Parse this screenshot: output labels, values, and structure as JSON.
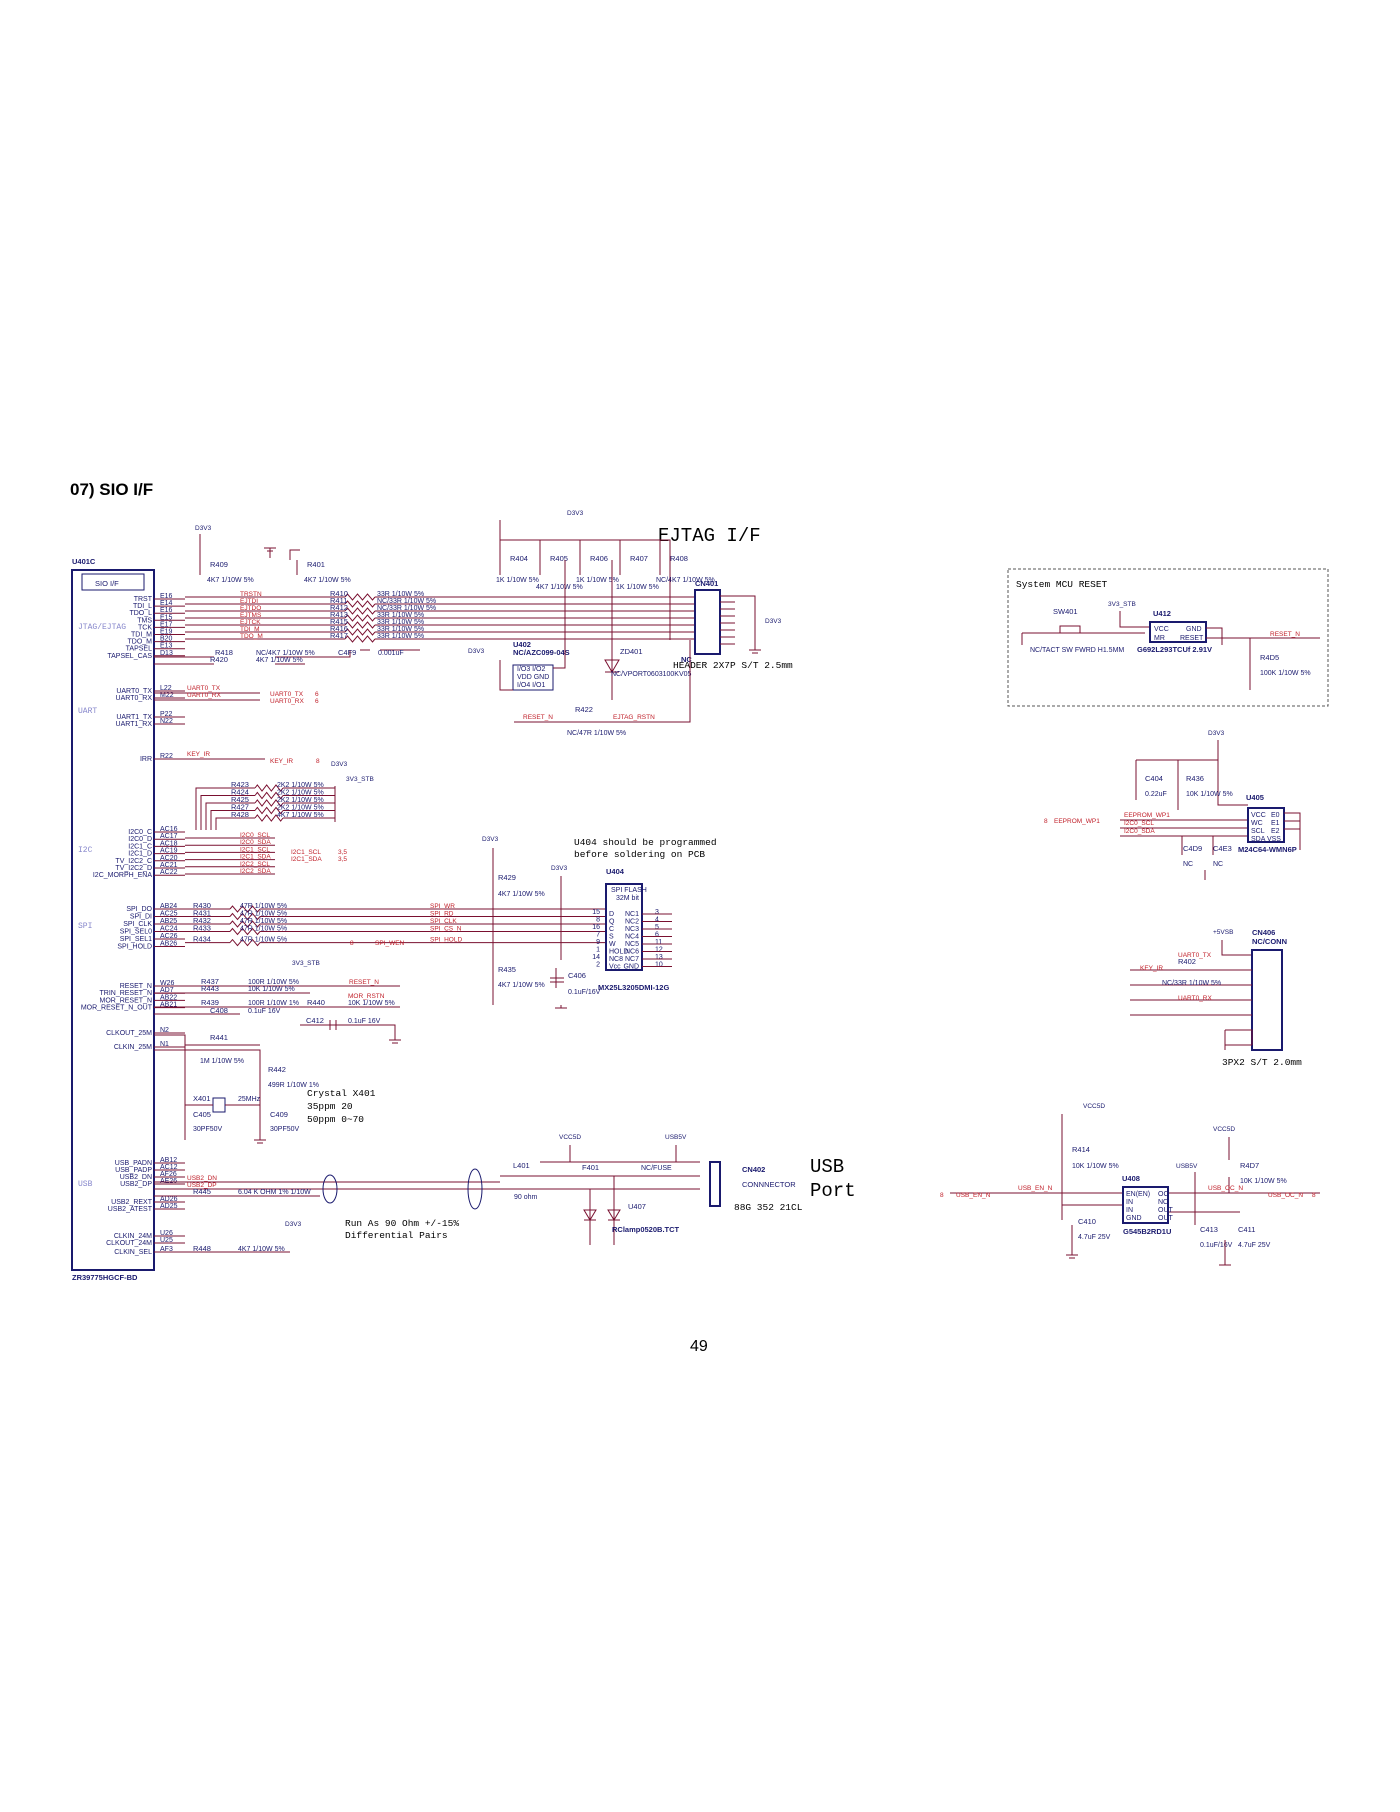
{
  "section_title": "07) SIO I/F",
  "page_number": "49",
  "headings": {
    "ejtag": "EJTAG I/F",
    "mcu_reset": "System MCU RESET",
    "usb_port_1": "USB",
    "usb_port_2": "Port",
    "u404_note_1": "U404 should be programmed",
    "u404_note_2": "before soldering on PCB",
    "crystal_1": "Crystal  X401",
    "crystal_2": "35ppm 20",
    "crystal_3": "50ppm 0~70",
    "diff_1": "Run As 90 Ohm +/-15%",
    "diff_2": "Differential Pairs",
    "cn401_desc": "HEADER 2X7P S/T 2.5mm",
    "cn406_desc": "3PX2 S/T 2.0mm",
    "cn402_desc": "88G 352  21CL"
  },
  "main_ic": {
    "ref": "U401C",
    "block": "SIO I/F",
    "part": "ZR39775HGCF-BD",
    "groups": [
      "JTAG/EJTAG",
      "UART",
      "I2C",
      "SPI",
      "USB"
    ],
    "pins": [
      {
        "name": "TRST",
        "num": "E16"
      },
      {
        "name": "TDI_L",
        "num": "E14"
      },
      {
        "name": "TDO_L",
        "num": "E16"
      },
      {
        "name": "TMS",
        "num": "E15"
      },
      {
        "name": "TCK",
        "num": "E17"
      },
      {
        "name": "TDI_M",
        "num": "E19"
      },
      {
        "name": "TDO_M",
        "num": "B20"
      },
      {
        "name": "TAPSEL",
        "num": "E13"
      },
      {
        "name": "TAPSEL_CAS",
        "num": "D13"
      },
      {
        "name": "UART0_TX",
        "num": "L22"
      },
      {
        "name": "UART0_RX",
        "num": "M22"
      },
      {
        "name": "UART1_TX",
        "num": "P22"
      },
      {
        "name": "UART1_RX",
        "num": "N22"
      },
      {
        "name": "IRR",
        "num": "R22"
      },
      {
        "name": "I2C0_C",
        "num": "AC16"
      },
      {
        "name": "I2C0_D",
        "num": "AC17"
      },
      {
        "name": "I2C1_C",
        "num": "AC18"
      },
      {
        "name": "I2C1_D",
        "num": "AC19"
      },
      {
        "name": "TV_I2C2_C",
        "num": "AC20"
      },
      {
        "name": "TV_I2C2_D",
        "num": "AC21"
      },
      {
        "name": "I2C_MORPH_ENA",
        "num": "AC22"
      },
      {
        "name": "SPI_DO",
        "num": "AB24"
      },
      {
        "name": "SPI_DI",
        "num": "AC25"
      },
      {
        "name": "SPI_CLK",
        "num": "AB25"
      },
      {
        "name": "SPI_SEL0",
        "num": "AC24"
      },
      {
        "name": "SPI_SEL1",
        "num": "AC26"
      },
      {
        "name": "SPI_HOLD",
        "num": "AB26"
      },
      {
        "name": "RESET_N",
        "num": "W26"
      },
      {
        "name": "TRIN_RESET_N",
        "num": "AD7"
      },
      {
        "name": "MOR_RESET_N",
        "num": "AB22"
      },
      {
        "name": "MOR_RESET_N_OUT",
        "num": "AB21"
      },
      {
        "name": "CLKOUT_25M",
        "num": "N2"
      },
      {
        "name": "CLKIN_25M",
        "num": "N1"
      },
      {
        "name": "USB_PADN",
        "num": "AB12"
      },
      {
        "name": "USB_PADP",
        "num": "AC12"
      },
      {
        "name": "USB2_DN",
        "num": "AF26"
      },
      {
        "name": "USB2_DP",
        "num": "AE26"
      },
      {
        "name": "USB2_REXT",
        "num": "AD26"
      },
      {
        "name": "USB2_ATEST",
        "num": "AD25"
      },
      {
        "name": "CLKIN_24M",
        "num": "U26"
      },
      {
        "name": "CLKOUT_24M",
        "num": "U25"
      },
      {
        "name": "CLKIN_SEL",
        "num": "AF3"
      }
    ]
  },
  "power": {
    "d3v3": "D3V3",
    "v3stb": "3V3_STB",
    "vcc5d": "VCC5D",
    "usb5v": "USB5V",
    "p5vsb": "+5VSB"
  },
  "ejtag": {
    "pullups": [
      {
        "ref": "R409",
        "val": "4K7 1/10W 5%"
      },
      {
        "ref": "R401",
        "val": "4K7 1/10W 5%"
      },
      {
        "ref": "R404",
        "val": "1K 1/10W 5%"
      },
      {
        "ref": "R405",
        "val": "4K7 1/10W 5%"
      },
      {
        "ref": "R406",
        "val": "1K 1/10W 5%"
      },
      {
        "ref": "R407",
        "val": "1K 1/10W 5%"
      },
      {
        "ref": "R408",
        "val": "NC/4K7 1/10W 5%"
      }
    ],
    "series": [
      {
        "ref": "R410",
        "val": "33R 1/10W 5%",
        "net": "TRSTN"
      },
      {
        "ref": "R411",
        "val": "NC/33R 1/10W 5%",
        "net": "EJTDI"
      },
      {
        "ref": "R412",
        "val": "NC/33R 1/10W 5%",
        "net": "EJTDO"
      },
      {
        "ref": "R413",
        "val": "33R 1/10W 5%",
        "net": "EJTMS"
      },
      {
        "ref": "R415",
        "val": "33R 1/10W 5%",
        "net": "EJTCK"
      },
      {
        "ref": "R416",
        "val": "33R 1/10W 5%",
        "net": "TDI_M"
      },
      {
        "ref": "R417",
        "val": "33R 1/10W 5%",
        "net": "TDO_M"
      }
    ],
    "r418": {
      "ref": "R418",
      "val": "NC/4K7 1/10W 5%"
    },
    "r420": {
      "ref": "R420",
      "val": "4K7 1/10W 5%"
    },
    "c4f9": {
      "ref": "C4F9",
      "val": "0.001uF"
    },
    "u402": {
      "ref": "U402",
      "part": "NC/AZC099-04S",
      "pins": [
        "I/O3 I/O2",
        "VDD GND",
        "I/O4 I/O1"
      ]
    },
    "zd401": {
      "ref": "ZD401",
      "part": "NC/VPORT0603100KV05"
    },
    "cn401": {
      "ref": "CN401",
      "nc": "NC"
    },
    "r422": {
      "ref": "R422",
      "val": "NC/47R 1/10W 5%",
      "net_in": "RESET_N",
      "net_out": "EJTAG_RSTN"
    }
  },
  "uart": {
    "nets": [
      "UART0_TX",
      "UART0_RX"
    ],
    "page_ref": "6"
  },
  "ir": {
    "net": "KEY_IR",
    "page_ref": "8"
  },
  "i2c": {
    "pullups": [
      {
        "ref": "R423",
        "val": "2K2 1/10W 5%"
      },
      {
        "ref": "R424",
        "val": "2K2 1/10W 5%"
      },
      {
        "ref": "R425",
        "val": "2K2 1/10W 5%"
      },
      {
        "ref": "R427",
        "val": "2K2 1/10W 5%"
      },
      {
        "ref": "R428",
        "val": "4K7 1/10W 5%"
      }
    ],
    "nets": [
      "I2C0_SCL",
      "I2C0_SDA",
      "I2C1_SCL",
      "I2C1_SDA",
      "I2C2_SCL",
      "I2C2_SDA"
    ],
    "out_nets": [
      "I2C1_SCL",
      "I2C1_SDA"
    ],
    "page_ref": "3,5"
  },
  "spi": {
    "series": [
      {
        "ref": "R430",
        "val": "47R 1/10W 5%",
        "net": "SPI_WR"
      },
      {
        "ref": "R431",
        "val": "47R 1/10W 5%",
        "net": "SPI_RD"
      },
      {
        "ref": "R432",
        "val": "47R 1/10W 5%",
        "net": "SPI_CLK"
      },
      {
        "ref": "R433",
        "val": "47R 1/10W 5%",
        "net": "SPI_CS_N"
      },
      {
        "ref": "R434",
        "val": "47R 1/10W 5%",
        "net": "SPI_HOLD"
      }
    ],
    "wen": {
      "net": "SPI_WEN",
      "page_ref": "8"
    },
    "r429": {
      "ref": "R429",
      "val": "4K7 1/10W 5%"
    },
    "r435": {
      "ref": "R435",
      "val": "4K7 1/10W 5%"
    },
    "c406": {
      "ref": "C406",
      "val": "0.1uF/16V"
    },
    "u404": {
      "ref": "U404",
      "part": "MX25L3205DMI-12G",
      "label_1": "SPI FLASH",
      "label_2": "32M bit",
      "left_pins": [
        "D",
        "Q",
        "C",
        "S",
        "W",
        "HOLD",
        "NC8",
        "Vcc"
      ],
      "left_nums": [
        "15",
        "8",
        "16",
        "7",
        "9",
        "1",
        "14",
        "2"
      ],
      "right_pins": [
        "NC1",
        "NC2",
        "NC3",
        "NC4",
        "NC5",
        "NC6",
        "NC7",
        "GND"
      ],
      "right_nums": [
        "3",
        "4",
        "5",
        "6",
        "11",
        "12",
        "13",
        "10"
      ]
    }
  },
  "reset": {
    "r437": {
      "ref": "R437",
      "val": "100R 1/10W 5%",
      "net": "RESET_N"
    },
    "r443": {
      "ref": "R443",
      "val": "10K 1/10W 5%"
    },
    "r439": {
      "ref": "R439",
      "val": "100R 1/10W 1%"
    },
    "r440": {
      "ref": "R440",
      "val": "10K 1/10W 5%",
      "net": "MOR_RSTN"
    },
    "c408": {
      "ref": "C408",
      "val": "0.1uF 16V"
    },
    "c412": {
      "ref": "C412",
      "val": "0.1uF 16V"
    }
  },
  "clock": {
    "r441": {
      "ref": "R441",
      "val": "1M 1/10W 5%"
    },
    "r442": {
      "ref": "R442",
      "val": "499R 1/10W 1%"
    },
    "x401": {
      "ref": "X401",
      "val": "25MHz"
    },
    "c405": {
      "ref": "C405",
      "val": "30PF50V"
    },
    "c409": {
      "ref": "C409",
      "val": "30PF50V"
    }
  },
  "usb": {
    "nets": [
      "USB2_DN",
      "USB2_DP"
    ],
    "r445": {
      "ref": "R445",
      "val": "6.04 K OHM 1% 1/10W"
    },
    "r448": {
      "ref": "R448",
      "val": "4K7 1/10W 5%"
    },
    "l401": {
      "ref": "L401",
      "val": "90 ohm"
    },
    "f401": {
      "ref": "F401",
      "val": "NC/FUSE"
    },
    "u407": {
      "ref": "U407",
      "part": "RClamp0520B.TCT"
    },
    "cn402": {
      "ref": "CN402",
      "part": "CONNNECTOR"
    }
  },
  "mcu_reset": {
    "sw401": {
      "ref": "SW401",
      "part": "NC/TACT SW FWRD H1.5MM"
    },
    "u412": {
      "ref": "U412",
      "part": "G692L293TCUf 2.91V",
      "pins": [
        "VCC",
        "MR",
        "GND",
        "RESET"
      ]
    },
    "r4d5": {
      "ref": "R4D5",
      "val": "100K 1/10W 5%"
    },
    "net": "RESET_N"
  },
  "eeprom": {
    "u405": {
      "ref": "U405",
      "part": "M24C64-WMN6P",
      "left_pins": [
        "VCC",
        "WC",
        "SCL",
        "SDA VSS"
      ],
      "right_pins": [
        "E0",
        "E1",
        "E2"
      ]
    },
    "c404": {
      "ref": "C404",
      "val": "0.22uF"
    },
    "r436": {
      "ref": "R436",
      "val": "10K 1/10W 5%"
    },
    "c4d9": {
      "ref": "C4D9",
      "val": "NC"
    },
    "c4e3": {
      "ref": "C4E3",
      "val": "NC"
    },
    "nets": [
      "EEPROM_WP1",
      "I2C0_SCL",
      "I2C0_SDA"
    ],
    "page_ref": "8"
  },
  "cn406": {
    "ref": "CN406",
    "part": "NC/CONN",
    "r402": {
      "ref": "R402",
      "val": "NC/33R 1/10W 5%"
    },
    "nets": [
      "UART0_TX",
      "KEY_IR",
      "UART0_RX"
    ]
  },
  "usb_power": {
    "r414": {
      "ref": "R414",
      "val": "10K 1/10W 5%"
    },
    "r4d7": {
      "ref": "R4D7",
      "val": "10K 1/10W 5%"
    },
    "u408": {
      "ref": "U408",
      "part": "G545B2RD1U",
      "left_pins": [
        "EN(EN)",
        "IN",
        "IN",
        "GND"
      ],
      "right_pins": [
        "OC",
        "NC",
        "OUT",
        "OUT"
      ]
    },
    "c410": {
      "ref": "C410",
      "val": "4.7uF 25V"
    },
    "c413": {
      "ref": "C413",
      "val": "0.1uF/16V"
    },
    "c411": {
      "ref": "C411",
      "val": "4.7uF 25V"
    },
    "nets": [
      "USB_EN_N",
      "USB_OC_N"
    ],
    "page_ref": "8"
  }
}
